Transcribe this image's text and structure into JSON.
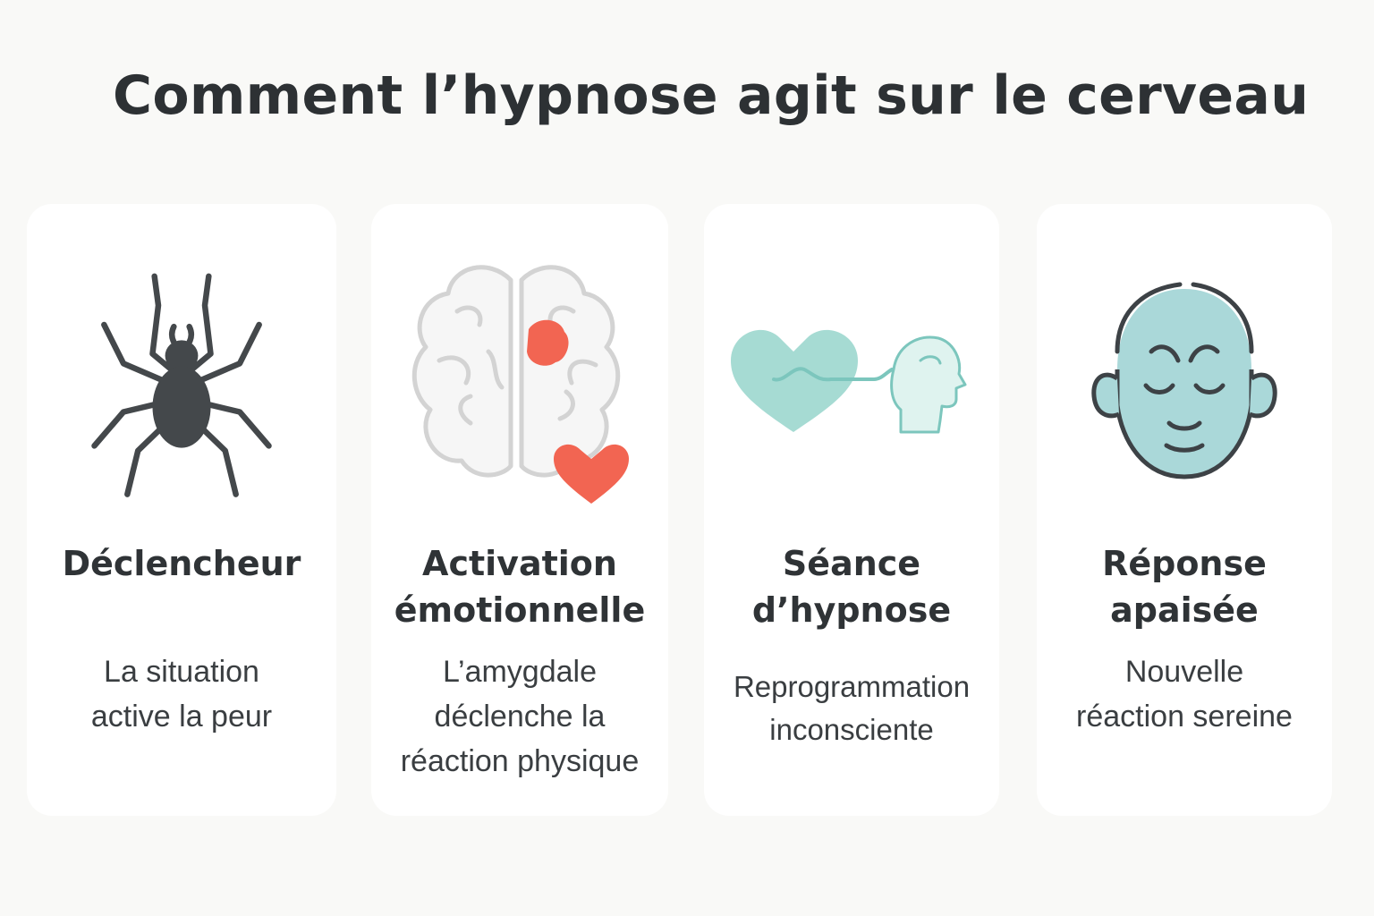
{
  "title": "Comment l’hypnose agit sur le cerveau",
  "colors": {
    "background": "#f9f9f7",
    "card": "#ffffff",
    "dark": "#44484b",
    "accent_red": "#f26552",
    "teal": "#a6dbd3",
    "teal_stroke": "#7cc6bd",
    "face_blue": "#aad8d9",
    "brain_stroke": "#d3d3d3"
  },
  "steps": [
    {
      "icon": "spider-icon",
      "title": "Déclencheur",
      "description": "La situation\nactive la peur"
    },
    {
      "icon": "brain-with-heart-icon",
      "title": "Activation\némotionnelle",
      "description": "L’amygdale\ndéclenche la\nréaction physique"
    },
    {
      "icon": "heart-head-connection-icon",
      "title": "Séance\nd’hypnose",
      "description": "Reprogrammation\ninconsciente"
    },
    {
      "icon": "calm-face-icon",
      "title": "Réponse\napaisée",
      "description": "Nouvelle\nréaction sereine"
    }
  ]
}
